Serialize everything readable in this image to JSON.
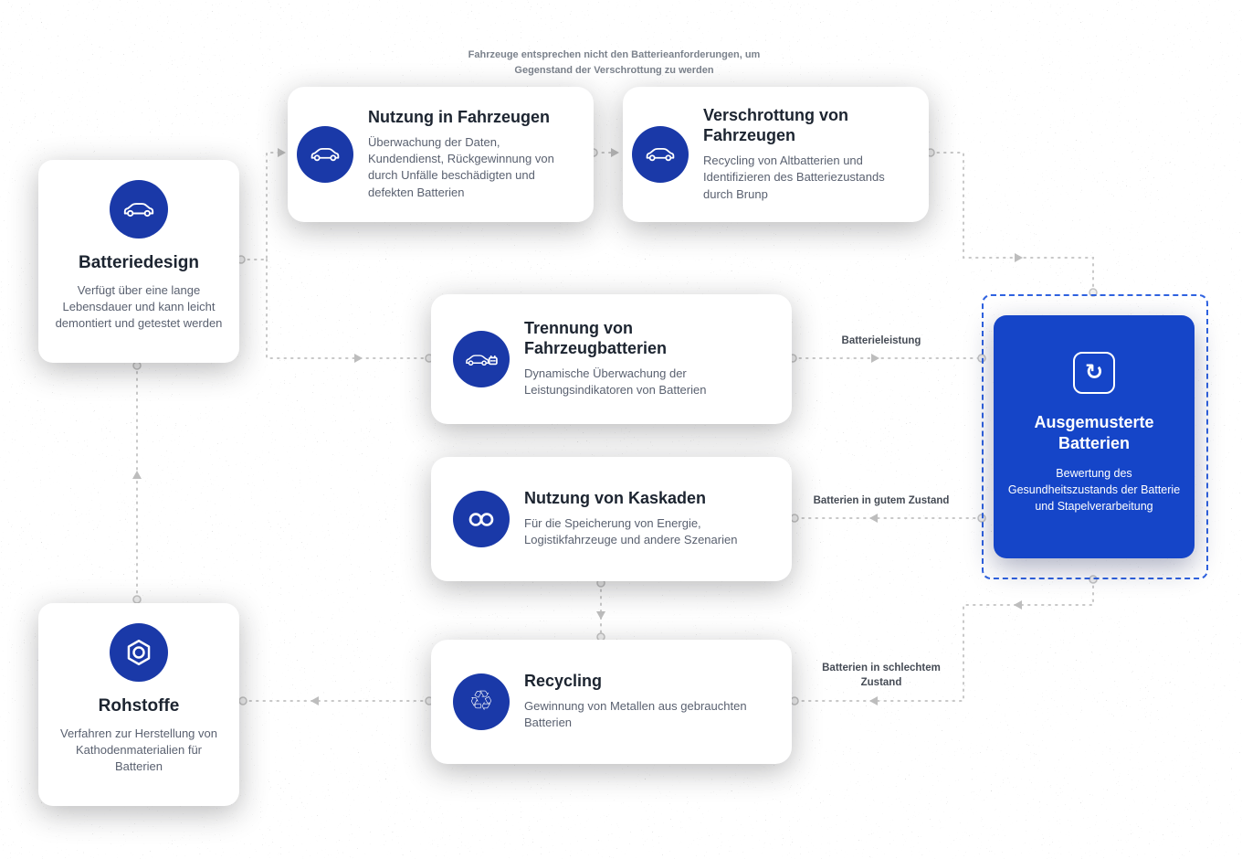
{
  "colors": {
    "icon_blue": "#1a39a8",
    "card_blue": "#1545c8",
    "dashed_blue": "#2f62e0",
    "line_gray": "#c8c8c8"
  },
  "top_note": {
    "line1": "Fahrzeuge entsprechen nicht den Batterieanforderungen, um",
    "line2": "Gegenstand der Verschrottung zu werden"
  },
  "nodes": {
    "batteriedesign": {
      "title": "Batteriedesign",
      "desc": "Verfügt über eine lange Lebensdauer und kann leicht demontiert und getestet werden"
    },
    "rohstoffe": {
      "title": "Rohstoffe",
      "desc": "Verfahren zur Herstellung von Kathodenmaterialien für Batterien"
    },
    "nutzung_fahrzeuge": {
      "title": "Nutzung in Fahrzeugen",
      "desc": "Überwachung der Daten, Kundendienst, Rückgewinnung von durch Unfälle beschädigten und defekten Batterien"
    },
    "verschrottung": {
      "title": "Verschrottung von Fahrzeugen",
      "desc": "Recycling von Altbatterien und Identifizieren des Batteriezustands durch Brunp"
    },
    "trennung": {
      "title": "Trennung von Fahrzeugbatterien",
      "desc": "Dynamische Überwachung der Leistungsindikatoren von Batterien"
    },
    "kaskaden": {
      "title": "Nutzung von Kaskaden",
      "desc": "Für die Speicherung von Energie, Logistikfahrzeuge und andere Szenarien"
    },
    "recycling": {
      "title": "Recycling",
      "desc": "Gewinnung von Metallen aus gebrauchten Batterien"
    },
    "ausgemustert": {
      "title": "Ausgemusterte Batterien",
      "desc": "Bewertung des Gesundheitszustands der Batterie und Stapelverarbeitung"
    }
  },
  "edge_labels": {
    "battery_performance": "Batterieleistung",
    "good_condition": "Batterien in gutem Zustand",
    "bad_condition": "Batterien in schlechtem Zustand"
  }
}
